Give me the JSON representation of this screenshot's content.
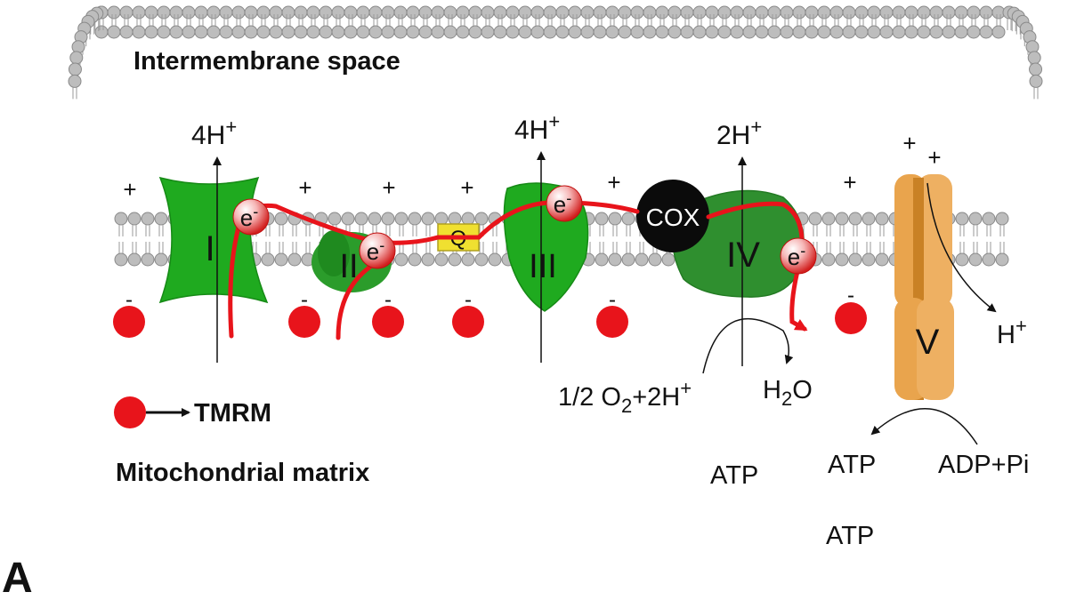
{
  "labels": {
    "intermembrane_space": "Intermembrane space",
    "mitochondrial_matrix": "Mitochondrial matrix",
    "tmrm": "TMRM",
    "panel": "A"
  },
  "complexes": {
    "c1": "I",
    "c2": "II",
    "c3": "III",
    "c4": "IV",
    "c5": "V",
    "q": "Q",
    "cox": "COX"
  },
  "electron": {
    "symbol": "e",
    "charge": "-"
  },
  "proton_pumps": {
    "c1": {
      "count": "4H",
      "sup": "+"
    },
    "c3": {
      "count": "4H",
      "sup": "+"
    },
    "c4": {
      "count": "2H",
      "sup": "+"
    }
  },
  "charges": {
    "positive": "+",
    "negative": "-"
  },
  "reactions": {
    "oxygen_prefix": "1/2 O",
    "oxygen_sub": "2",
    "oxygen_suffix": "+2H",
    "oxygen_sup": "+",
    "water_h": "H",
    "water_sub": "2",
    "water_o": "O",
    "proton_out": "H",
    "proton_out_sup": "+",
    "atp_1": "ATP",
    "atp_2": "ATP",
    "atp_3": "ATP",
    "adp_pi": "ADP+Pi"
  },
  "colors": {
    "complex_green": "#1faa1f",
    "complex_dark_green": "#2f8f2f",
    "electron_red": "#e8141b",
    "tmrm_red": "#e8141b",
    "atp_synthase_orange": "#e9a44d",
    "atp_synthase_dark": "#c98125",
    "q_yellow": "#f0e030",
    "cox_black": "#0b0b0b",
    "lipid_head_gray": "#bdbdbd"
  }
}
